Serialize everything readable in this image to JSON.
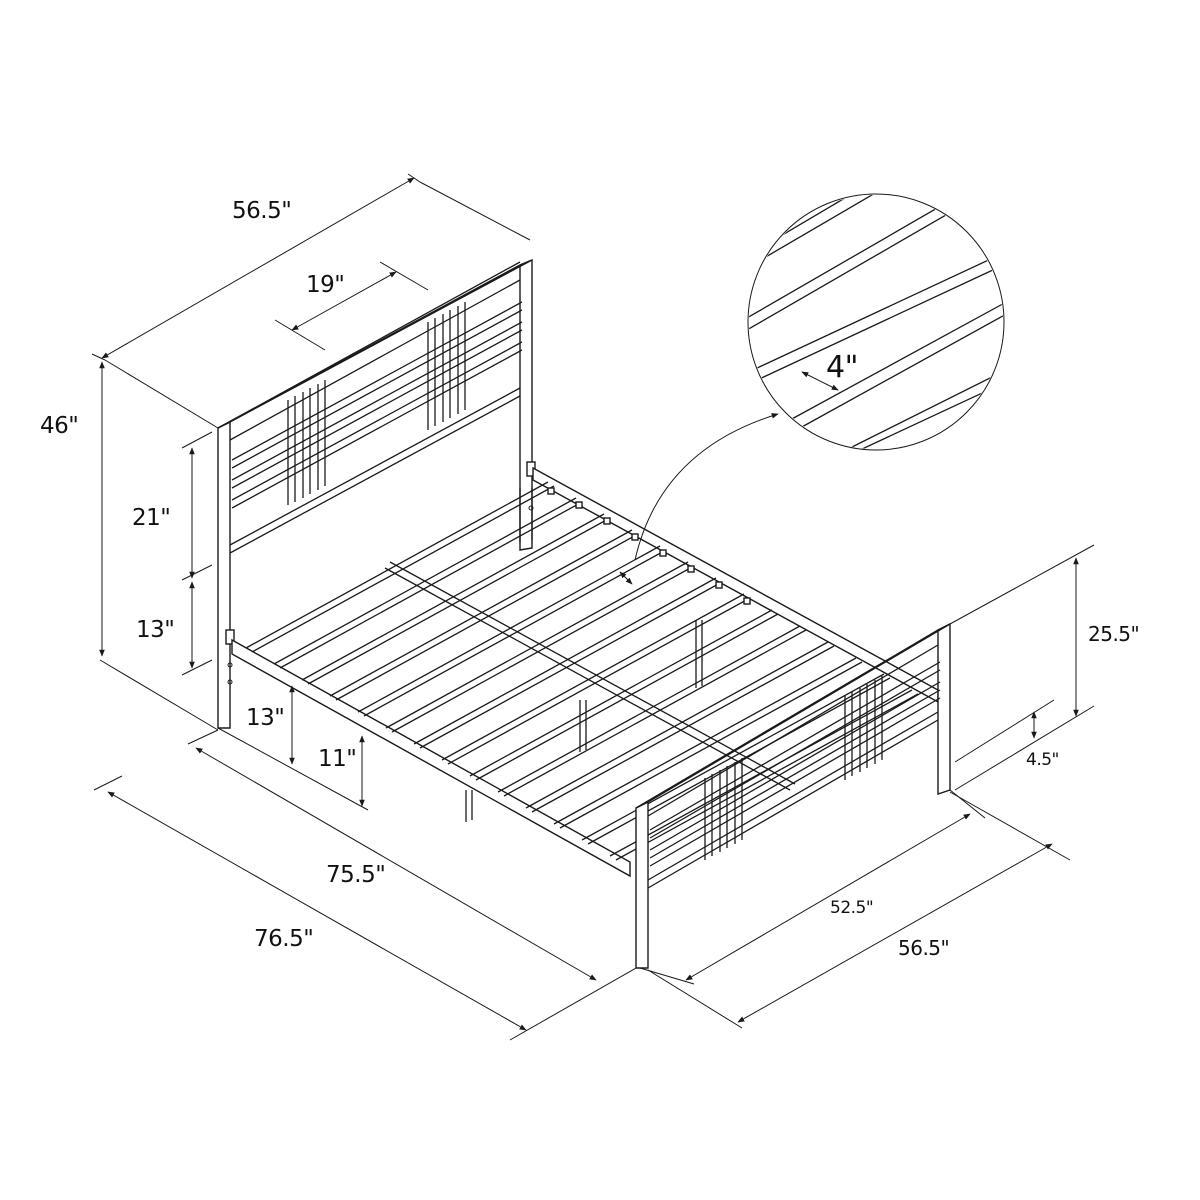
{
  "diagram": {
    "subject": "Metal bed frame with headboard and footboard, isometric dimension drawing",
    "stroke_color": "#1a1a1a",
    "background": "#ffffff"
  },
  "dimensions": {
    "headboard_width": "56.5\"",
    "headboard_panel_width": "19\"",
    "headboard_height": "46\"",
    "headboard_panel_height": "21\"",
    "headboard_leg_clearance": "13\"",
    "side_rail_top_height": "13\"",
    "under_bed_clearance": "11\"",
    "inner_length": "75.5\"",
    "overall_length": "76.5\"",
    "inner_width": "52.5\"",
    "overall_width": "56.5\"",
    "footboard_height": "25.5\"",
    "footboard_leg_clearance": "4.5\"",
    "slat_spacing": "4\""
  },
  "detail_callout": {
    "label": "4\"",
    "description": "Magnified view of slat spacing"
  }
}
